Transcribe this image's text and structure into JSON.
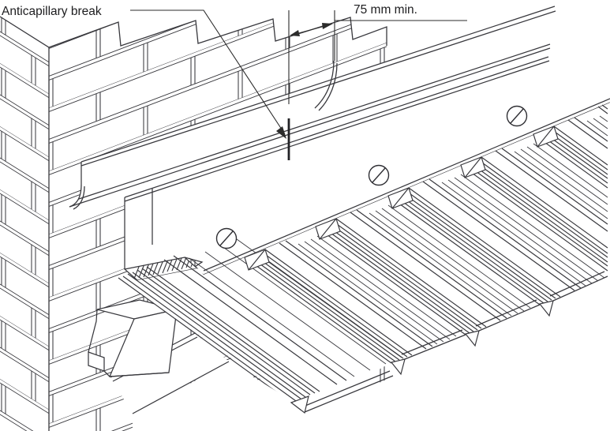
{
  "diagram": {
    "kind": "isometric construction flashing detail",
    "annotations": {
      "anticapillary_label": "Anticapillary break",
      "dimension_label": "75 mm min."
    },
    "colors": {
      "line": "#38383d",
      "annotation_line": "#2b2b2b",
      "text": "#1d1d1f",
      "background": "#ffffff"
    },
    "fasteners": {
      "symbol": "slotted-screw-icon",
      "count": 3
    }
  }
}
